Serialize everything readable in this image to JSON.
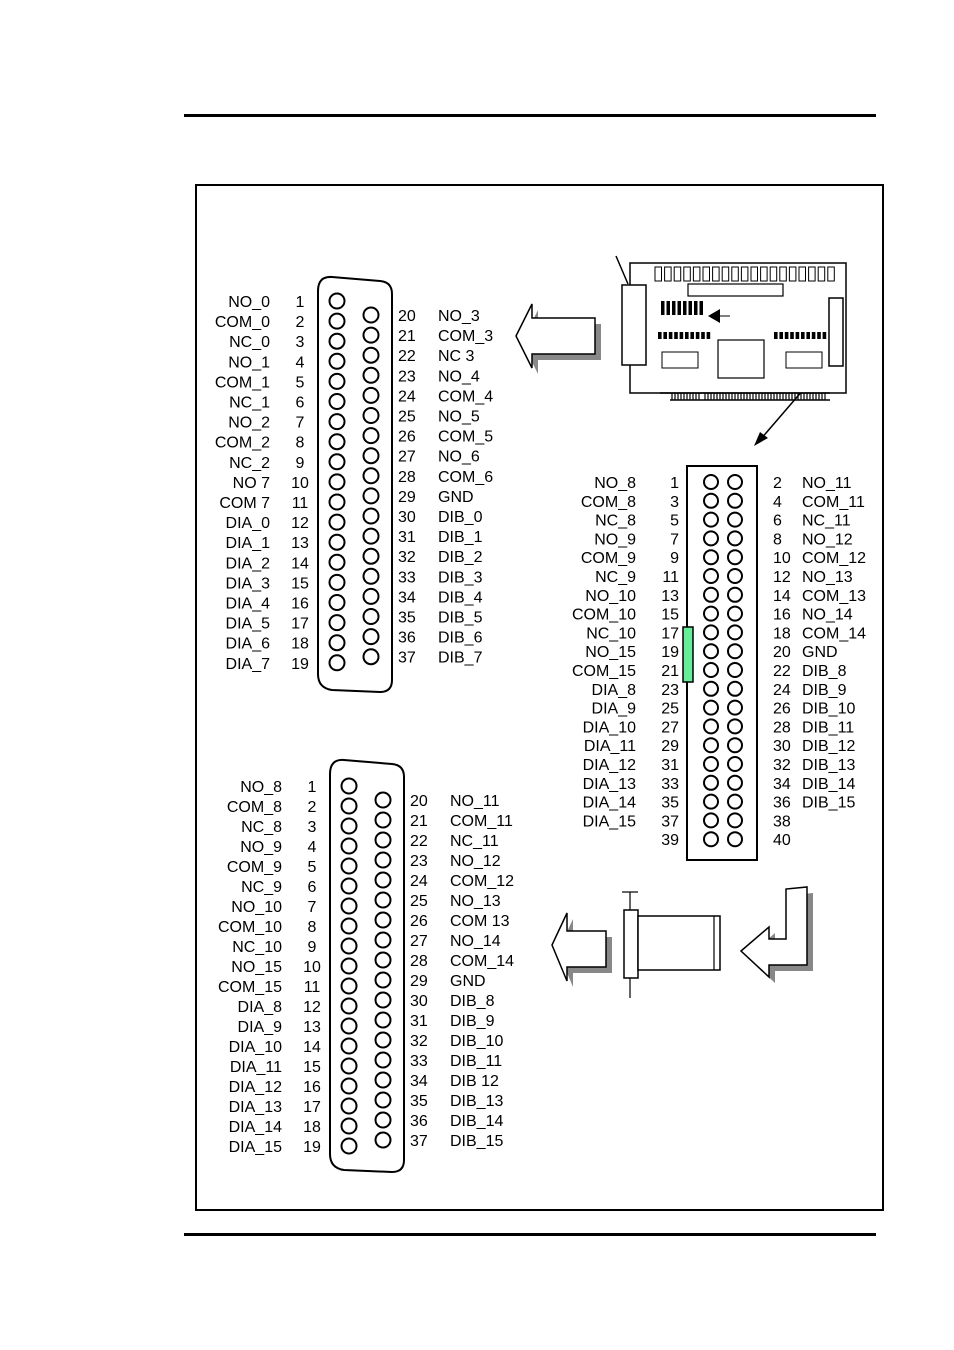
{
  "connector_upper": {
    "left_labels": [
      "NO_0",
      "COM_0",
      "NC_0",
      "NO_1",
      "COM_1",
      "NC_1",
      "NO_2",
      "COM_2",
      "NC_2",
      "NO 7",
      "COM 7",
      "DIA_0",
      "DIA_1",
      "DIA_2",
      "DIA_3",
      "DIA_4",
      "DIA_5",
      "DIA_6",
      "DIA_7"
    ],
    "left_pins": [
      "1",
      "2",
      "3",
      "4",
      "5",
      "6",
      "7",
      "8",
      "9",
      "10",
      "11",
      "12",
      "13",
      "14",
      "15",
      "16",
      "17",
      "18",
      "19"
    ],
    "right_pins": [
      "20",
      "21",
      "22",
      "23",
      "24",
      "25",
      "26",
      "27",
      "28",
      "29",
      "30",
      "31",
      "32",
      "33",
      "34",
      "35",
      "36",
      "37"
    ],
    "right_labels": [
      "NO_3",
      "COM_3",
      "NC 3",
      "NO_4",
      "COM_4",
      "NO_5",
      "COM_5",
      "NO_6",
      "COM_6",
      "GND",
      "DIB_0",
      "DIB_1",
      "DIB_2",
      "DIB_3",
      "DIB_4",
      "DIB_5",
      "DIB_6",
      "DIB_7"
    ]
  },
  "connector_lower": {
    "left_labels": [
      "NO_8",
      "COM_8",
      "NC_8",
      "NO_9",
      "COM_9",
      "NC_9",
      "NO_10",
      "COM_10",
      "NC_10",
      "NO_15",
      "COM_15",
      "DIA_8",
      "DIA_9",
      "DIA_10",
      "DIA_11",
      "DIA_12",
      "DIA_13",
      "DIA_14",
      "DIA_15"
    ],
    "left_pins": [
      "1",
      "2",
      "3",
      "4",
      "5",
      "6",
      "7",
      "8",
      "9",
      "10",
      "11",
      "12",
      "13",
      "14",
      "15",
      "16",
      "17",
      "18",
      "19"
    ],
    "right_pins": [
      "20",
      "21",
      "22",
      "23",
      "24",
      "25",
      "26",
      "27",
      "28",
      "29",
      "30",
      "31",
      "32",
      "33",
      "34",
      "35",
      "36",
      "37"
    ],
    "right_labels": [
      "NO_11",
      "COM_11",
      "NC_11",
      "NO_12",
      "COM_12",
      "NO_13",
      "COM 13",
      "NO_14",
      "COM_14",
      "GND",
      "DIB_8",
      "DIB_9",
      "DIB_10",
      "DIB_11",
      "DIB 12",
      "DIB_13",
      "DIB_14",
      "DIB_15"
    ]
  },
  "header_40pin": {
    "left_labels": [
      "NO_8",
      "COM_8",
      "NC_8",
      "NO_9",
      "COM_9",
      "NC_9",
      "NO_10",
      "COM_10",
      "NC_10",
      "NO_15",
      "COM_15",
      "DIA_8",
      "DIA_9",
      "DIA_10",
      "DIA_11",
      "DIA_12",
      "DIA_13",
      "DIA_14",
      "DIA_15",
      ""
    ],
    "left_pins": [
      "1",
      "3",
      "5",
      "7",
      "9",
      "11",
      "13",
      "15",
      "17",
      "19",
      "21",
      "23",
      "25",
      "27",
      "29",
      "31",
      "33",
      "35",
      "37",
      "39"
    ],
    "right_pins": [
      "2",
      "4",
      "6",
      "8",
      "10",
      "12",
      "14",
      "16",
      "18",
      "20",
      "22",
      "24",
      "26",
      "28",
      "30",
      "32",
      "34",
      "36",
      "38",
      "40"
    ],
    "right_labels": [
      "NO_11",
      "COM_11",
      "NC_11",
      "NO_12",
      "COM_12",
      "NO_13",
      "COM_13",
      "NO_14",
      "COM_14",
      "GND",
      "DIB_8",
      "DIB_9",
      "DIB_10",
      "DIB_11",
      "DIB_12",
      "DIB_13",
      "DIB_14",
      "DIB_15",
      "",
      ""
    ]
  },
  "colors": {
    "key_marker": "#66ee99",
    "line": "#000000",
    "arrow_shadow": "#888888"
  }
}
